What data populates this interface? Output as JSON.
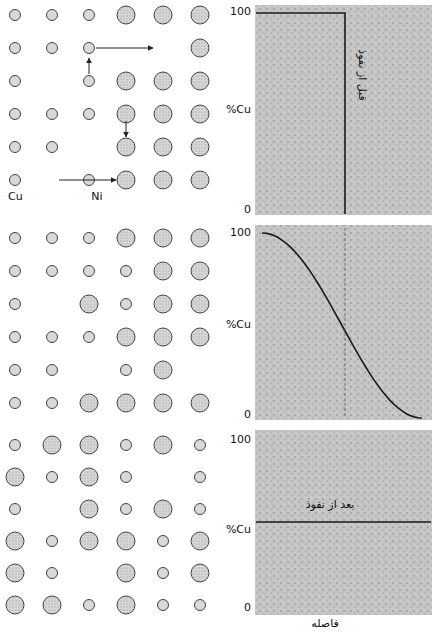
{
  "diagram": {
    "labels": [
      "100",
      "%Cu",
      "قبل از نفوذ",
      "0",
      "Cu",
      "Ni",
      "100",
      "%Cu",
      "0",
      "100",
      "%Cu",
      "بعد از نفوذ",
      "0",
      "فاصله"
    ]
  }
}
